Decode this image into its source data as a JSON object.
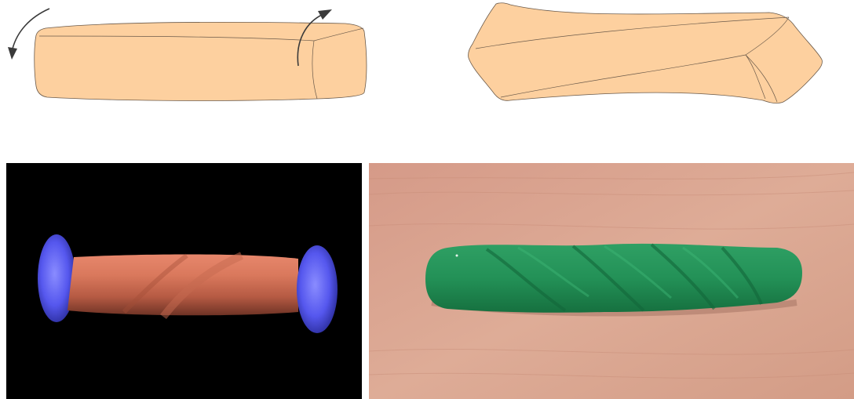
{
  "figure": {
    "panels": [
      {
        "id": "untwisted-block",
        "kind": "illustration",
        "caption": ""
      },
      {
        "id": "twisted-block",
        "kind": "illustration",
        "caption": ""
      },
      {
        "id": "simulated-twisted-rod",
        "kind": "render",
        "caption": ""
      },
      {
        "id": "clay-twisted-rod-photo",
        "kind": "photo",
        "caption": ""
      }
    ]
  },
  "colors": {
    "clay_skin": "#FDD09F",
    "outline": "#6b5a4a",
    "arrow": "#3a3a3a",
    "render_rod": "#D7735A",
    "render_handle": "#5557EE",
    "render_background": "#000000",
    "photo_clay": "#239157",
    "photo_wood": "#D9A38F"
  },
  "icons": {
    "left_arrow": "rotate-counterclockwise-arrow-icon",
    "right_arrow": "rotate-clockwise-arrow-icon"
  }
}
